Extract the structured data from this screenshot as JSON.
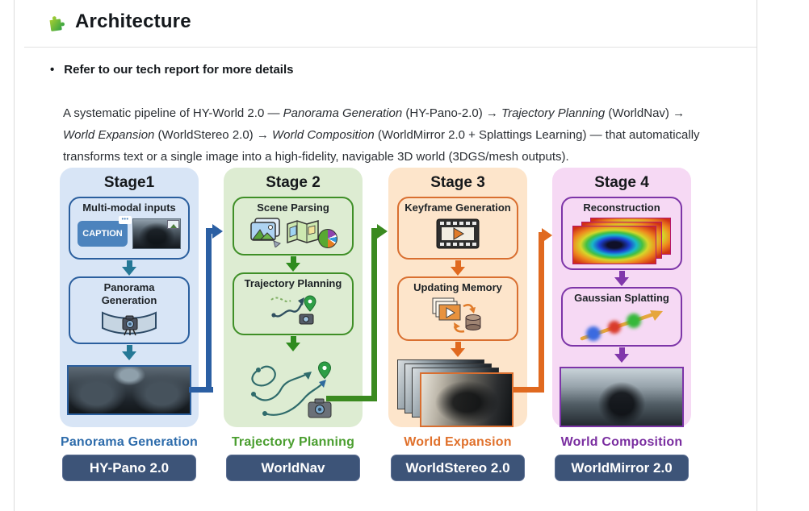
{
  "header": {
    "title": "Architecture",
    "icon": "puzzle-icon"
  },
  "intro": {
    "bullet": "Refer to our tech report for more details",
    "paragraph": {
      "p1": "A systematic pipeline of HY-World 2.0 — ",
      "i1": "Panorama Generation",
      "p2": " (HY-Pano-2.0) → ",
      "i2": "Trajectory Planning",
      "p3": " (WorldNav) → ",
      "i3": "World Expansion",
      "p4": " (WorldStereo 2.0) → ",
      "i4": "World Composition",
      "p5": " (WorldMirror 2.0 + Splattings Learning) — that automatically transforms text or a single image into a high-fidelity, navigable 3D world (3DGS/mesh outputs)."
    }
  },
  "diagram": {
    "button_bg": "#3d5478",
    "stages": [
      {
        "title": "Stage1",
        "box1": "Multi-modal inputs",
        "caption_chip": "CAPTION",
        "box2": "Panorama Generation",
        "label": "Panorama Generation",
        "button": "HY-Pano 2.0",
        "bg": "#d8e5f6",
        "accent": "#2b5f9e",
        "label_color": "#2e6cab",
        "connector_color": "#2b5fa3"
      },
      {
        "title": "Stage 2",
        "box1": "Scene Parsing",
        "box2": "Trajectory Planning",
        "label": "Trajectory Planning",
        "button": "WorldNav",
        "bg": "#ddecd2",
        "accent": "#3f8f27",
        "label_color": "#4a9e2f",
        "connector_color": "#3a8a1f"
      },
      {
        "title": "Stage 3",
        "box1": "Keyframe Generation",
        "box2": "Updating Memory",
        "label": "World Expansion",
        "button": "WorldStereo 2.0",
        "bg": "#fde5cb",
        "accent": "#d96f30",
        "label_color": "#e0712c",
        "connector_color": "#e0691f"
      },
      {
        "title": "Stage 4",
        "box1": "Reconstruction",
        "box2": "Gaussian Splatting",
        "label": "World Composition",
        "button": "WorldMirror 2.0",
        "bg": "#f6d9f4",
        "accent": "#7d35a8",
        "label_color": "#7a2ea0",
        "connector_color": "#7d35a8"
      }
    ]
  }
}
